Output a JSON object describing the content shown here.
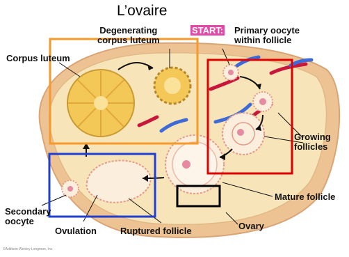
{
  "title": "L’ovaire",
  "labels": {
    "degenerating": "Degenerating\ncorpus luteum",
    "start_badge": "START:",
    "start_text": "Primary oocyte\nwithin follicle",
    "corpus_luteum": "Corpus luteum",
    "growing": "Growing\nfollicles",
    "mature": "Mature follicle",
    "secondary": "Secondary\noocyte",
    "ovulation": "Ovulation",
    "ruptured": "Ruptured follicle",
    "ovary": "Ovary"
  },
  "credit": "©Addison Wesley Longman, Inc.",
  "colors": {
    "orange_box": "#f59a2b",
    "red_box": "#e00000",
    "blue_box": "#1f3fd1",
    "black_box": "#000000",
    "ovary_fill": "#f5dfae",
    "ovary_outer": "#e9b98a",
    "corpus": "#f2c24f",
    "vessel_red": "#c9163b",
    "vessel_blue": "#3d6ad6",
    "start_badge": "#e04aa6"
  }
}
